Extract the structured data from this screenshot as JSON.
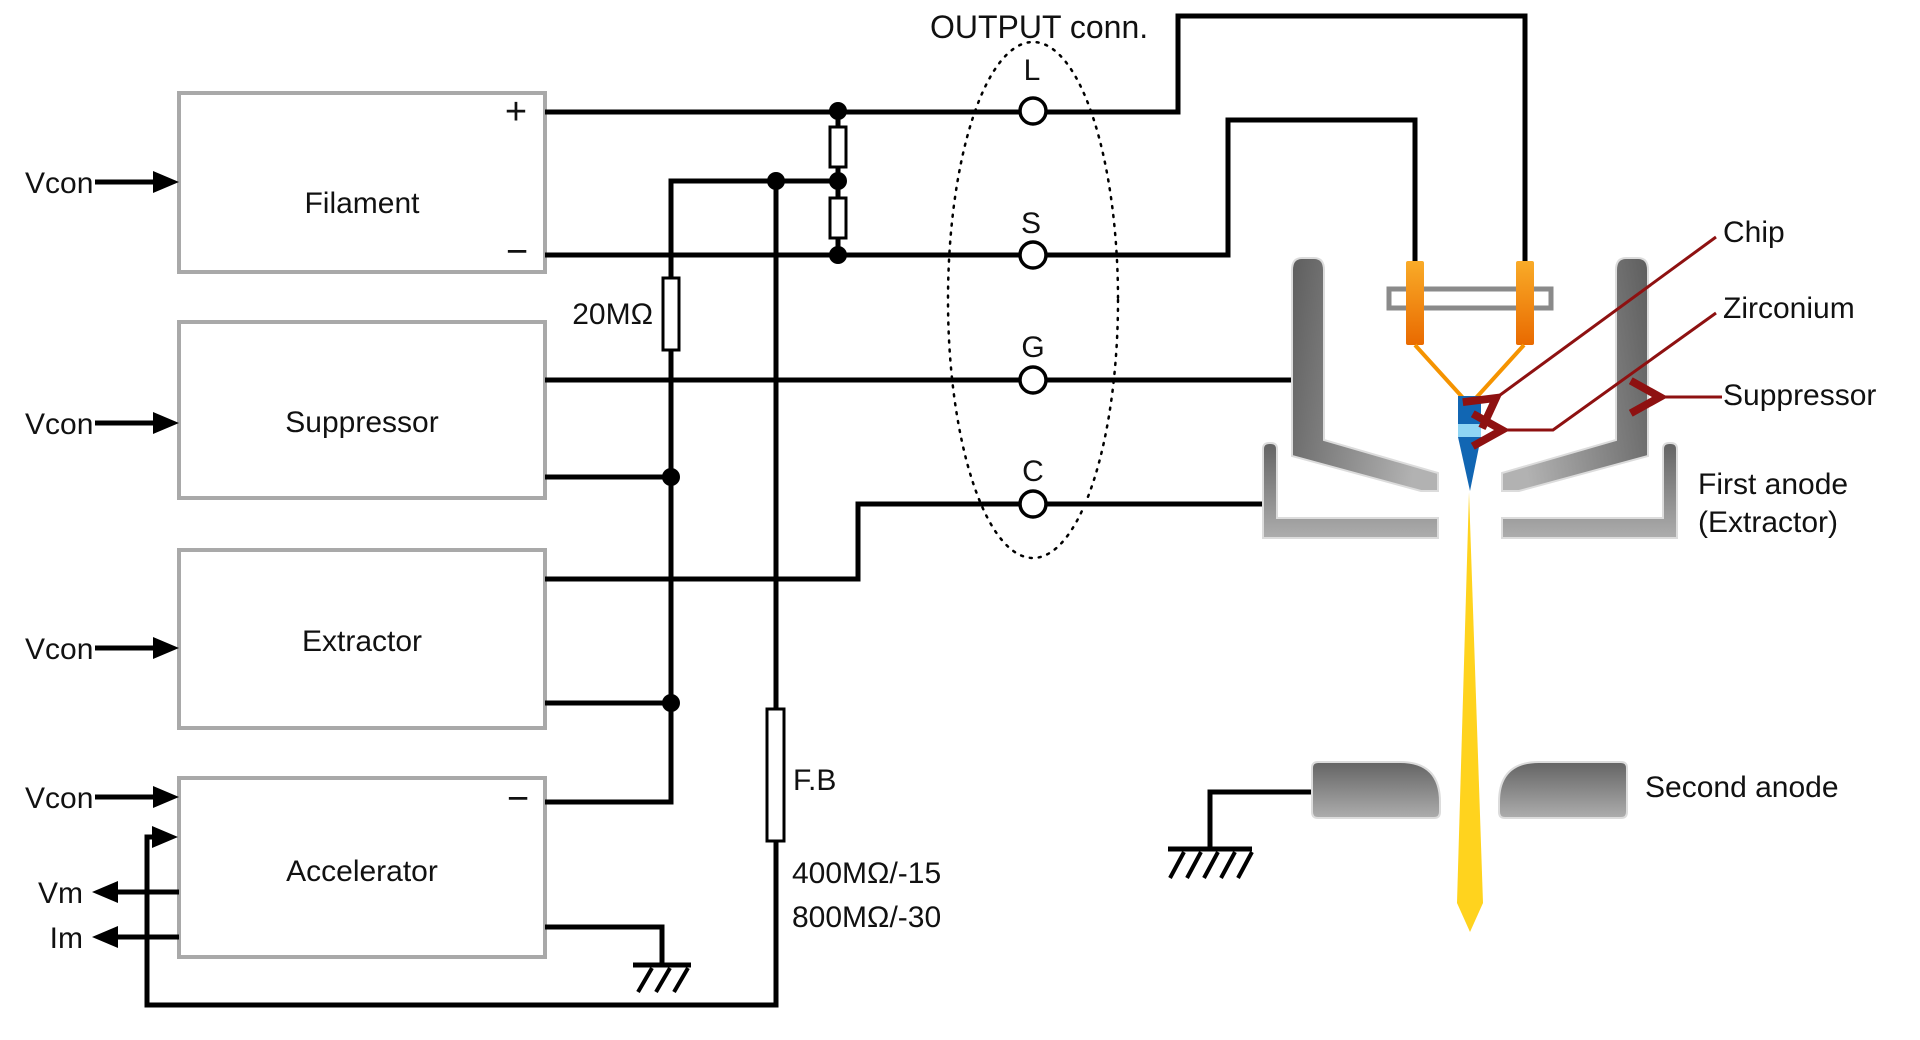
{
  "supplies": [
    {
      "label": "Filament",
      "terminal_top": "+",
      "terminal_bottom": "−"
    },
    {
      "label": "Suppressor"
    },
    {
      "label": "Extractor"
    },
    {
      "label": "Accelerator",
      "terminal_top": "−"
    }
  ],
  "control_inputs": {
    "vcon": "Vcon",
    "vm": "Vm",
    "im": "Im"
  },
  "components": {
    "bias_resistor": "20MΩ",
    "feedback_resistor": "F.B",
    "feedback_value_1": "400MΩ/-15",
    "feedback_value_2": "800MΩ/-30"
  },
  "output_connector": {
    "title": "OUTPUT conn.",
    "pins": [
      "L",
      "S",
      "G",
      "C"
    ]
  },
  "emitter": {
    "chip_label": "Chip",
    "zirconium_label": "Zirconium",
    "suppressor_label": "Suppressor",
    "first_anode_label_1": "First anode",
    "first_anode_label_2": "(Extractor)",
    "second_anode_label": "Second anode"
  },
  "colors": {
    "annotation_red": "#8e1111",
    "electrode_orange": "#ef8410",
    "chip_blue": "#1166b3",
    "zirconium_lightblue": "#8fd5f4",
    "beam_yellow": "#ffd31e",
    "metal_gray": "#8a8a8a",
    "box_border_gray": "#a9a9a9"
  }
}
